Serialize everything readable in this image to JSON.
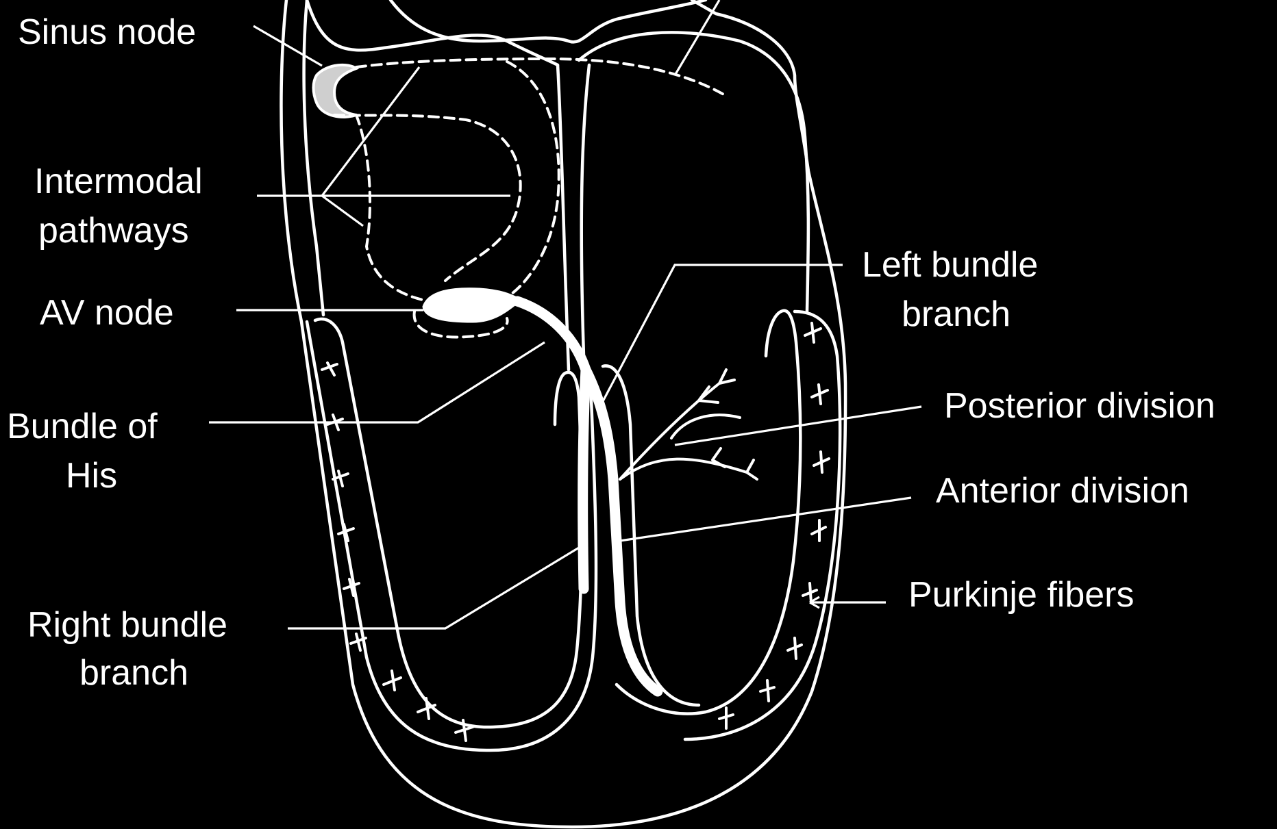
{
  "colors": {
    "background": "#000000",
    "foreground": "#ffffff"
  },
  "labels": {
    "sinus_node": "Sinus node",
    "internodal_line1": "Intermodal",
    "internodal_line2": "pathways",
    "av_node": "AV node",
    "bundle_of_his_line1": "Bundle of",
    "bundle_of_his_line2": "His",
    "right_bundle_line1": "Right bundle",
    "right_bundle_line2": "branch",
    "left_bundle_line1": "Left bundle",
    "left_bundle_line2": "branch",
    "posterior_division": "Posterior division",
    "anterior_division": "Anterior division",
    "purkinje_fibers": "Purkinje fibers"
  }
}
